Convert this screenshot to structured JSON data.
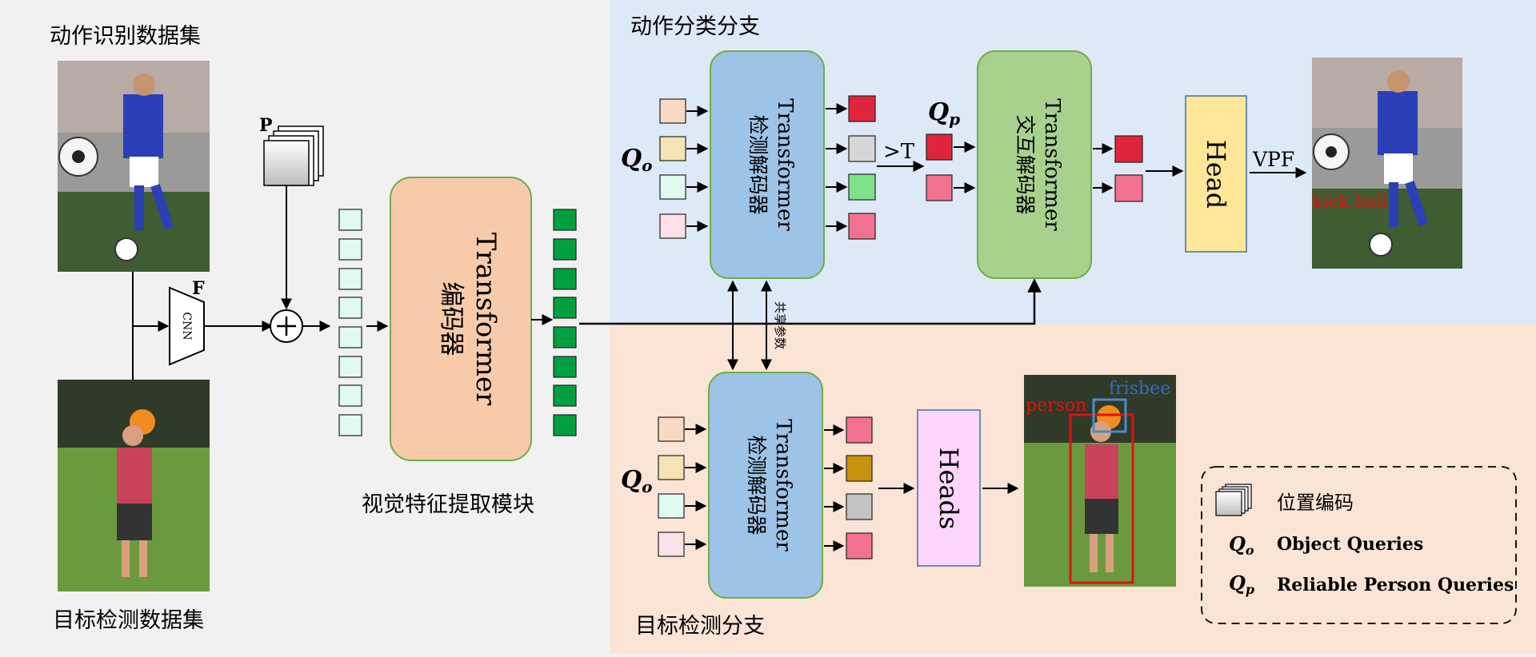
{
  "labels": {
    "action_dataset": "动作识别数据集",
    "detection_dataset": "目标检测数据集",
    "visual_module": "视觉特征提取模块",
    "action_branch": "动作分类分支",
    "detection_branch": "目标检测分支",
    "shared_params": "共享参数",
    "P": "P",
    "F": "F",
    "cnn": "CNN",
    "encoder_line1": "Transformer",
    "encoder_line2": "编码器",
    "det_decoder_line1": "Transformer",
    "det_decoder_line2": "检测解码器",
    "inter_decoder_line1": "Transformer",
    "inter_decoder_line2": "交互解码器",
    "head": "Head",
    "heads": "Heads",
    "vpf": "VPF",
    "threshold": ">T",
    "qo": "Q",
    "qo_sub": "o",
    "qp": "Q",
    "qp_sub": "p",
    "kick_ball": "kick ball",
    "person": "person",
    "frisbee": "frisbee"
  },
  "legend": {
    "position_encoding": "位置编码",
    "object_queries": "Object Queries",
    "reliable_person_queries": "Reliable Person Queries",
    "qo": "Q",
    "qo_sub": "o",
    "qp": "Q",
    "qp_sub": "p"
  },
  "colors": {
    "bg_left": "#f1f1f1",
    "bg_action": "#dde9f6",
    "bg_detection": "#fae4d6",
    "encoder_fill": "#f7cbaa",
    "decoder_fill": "#9dc3e6",
    "inter_fill": "#a9d18e",
    "head_fill": "#ffe699",
    "heads_fill": "#fbd5fb",
    "feature_out": "#00a040",
    "feature_in": "#e2fbf0"
  }
}
